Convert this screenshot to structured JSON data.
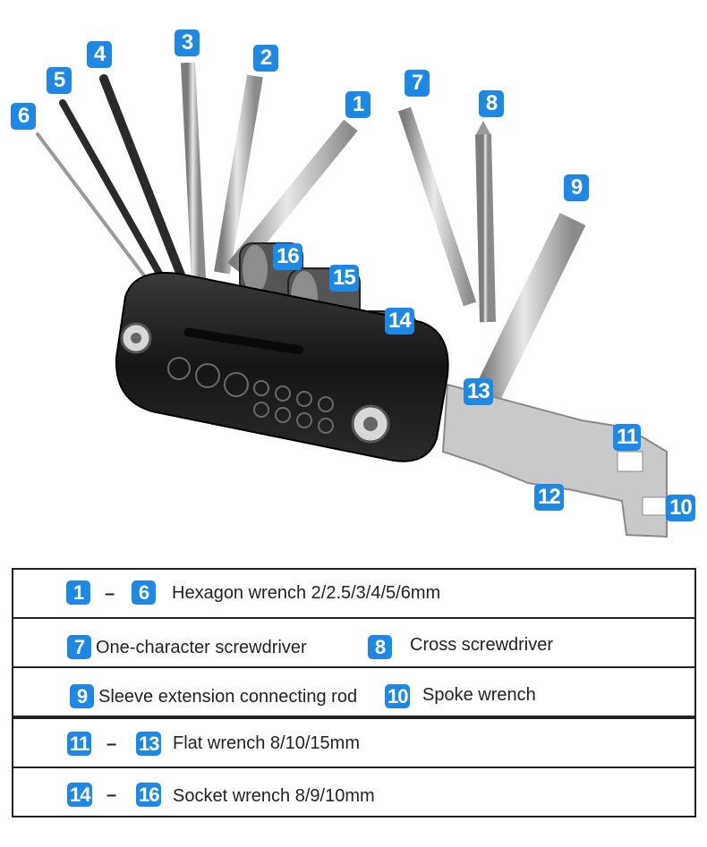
{
  "callouts": {
    "c1": "1",
    "c2": "2",
    "c3": "3",
    "c4": "4",
    "c5": "5",
    "c6": "6",
    "c7": "7",
    "c8": "8",
    "c9": "9",
    "c10": "10",
    "c11": "11",
    "c12": "12",
    "c13": "13",
    "c14": "14",
    "c15": "15",
    "c16": "16"
  },
  "colors": {
    "callout_blue": "#1e88e5",
    "tool_body": "#1c1c1c",
    "steel": "#b9b9b9",
    "border": "#222222"
  },
  "legend": {
    "row1": {
      "from": "1",
      "dash": "–",
      "to": "6",
      "text": "Hexagon wrench 2/2.5/3/4/5/6mm"
    },
    "row2": {
      "a": "7",
      "a_text": "One-character screwdriver",
      "b": "8",
      "b_text": "Cross screwdriver"
    },
    "row3": {
      "a": "9",
      "a_text": "Sleeve extension connecting rod",
      "b": "10",
      "b_text": "Spoke wrench"
    },
    "row4": {
      "from": "11",
      "dash": "–",
      "to": "13",
      "text": "Flat wrench 8/10/15mm"
    },
    "row5": {
      "from": "14",
      "dash": "–",
      "to": "16",
      "text": "Socket wrench 8/9/10mm"
    }
  }
}
